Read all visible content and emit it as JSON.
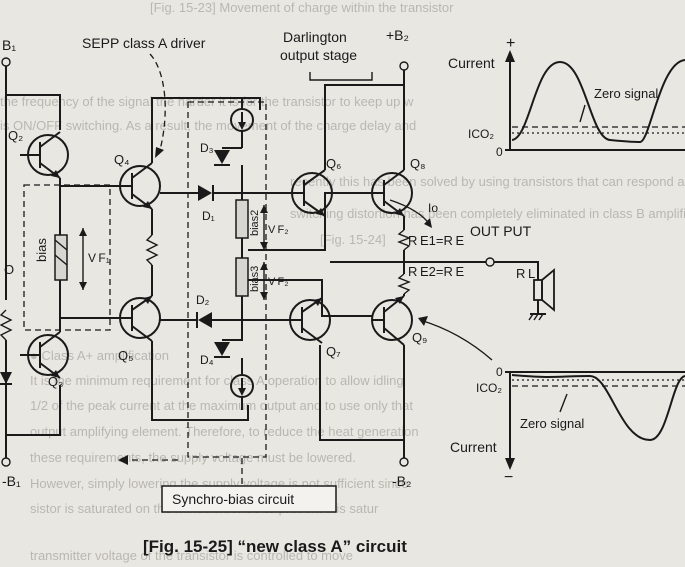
{
  "figure": {
    "caption": "[Fig. 15-25] “new class A” circuit",
    "top_caption": "[Fig. 15-23] Movement of charge within the transistor",
    "labels": {
      "b1_top": "B₁",
      "b1_bottom": "-B₁",
      "b2_top": "+B₂",
      "b2_bottom": "-B₂",
      "sepp_driver": "SEPP class A driver",
      "darlington": "Darlington output stage",
      "bias": "bias",
      "bias2": "bias2",
      "bias3": "bias3",
      "vf1": "V F₁",
      "vf2a": "V F₂",
      "vf2b": "V F₂",
      "q2": "Q₂",
      "q3": "Q₃",
      "q4": "Q₄",
      "q5": "Q₅",
      "q6": "Q₆",
      "q7": "Q₇",
      "q8": "Q₈",
      "q9": "Q₉",
      "d1": "D₁",
      "d2": "D₂",
      "d3": "D₃",
      "d4": "D₄",
      "re1": "R E1=R E",
      "re2": "R E2=R E",
      "io": "Io",
      "output": "OUT PUT",
      "rl": "R L",
      "synchro": "Synchro-bias circuit",
      "o_left": "O"
    },
    "graph_top": {
      "current": "Current",
      "plus": "+",
      "zero_signal": "Zero signal",
      "ico": "ICO₂",
      "zero": "0"
    },
    "graph_bottom": {
      "current": "Current",
      "minus": "−",
      "zero_signal": "Zero signal",
      "ico": "ICO₂",
      "zero": "0"
    },
    "background_text": [
      "the frequency of the signal the harder it is for the transistor to keep up w",
      "is ON/OFF switching. As a result, the movement of the charge delay and",
      "recently this has been solved by using transistors that can respond at high s",
      "switching distortion has been completely eliminated in class B amplifiers.",
      "[Fig. 15-24]",
      "● Class A+ amplification",
      "It is the minimum requirement for class A operation to allow idling",
      "1/2 of the peak current at the maximum output and to use only that",
      "output amplifying element. Therefore, to reduce the heat generation",
      "these requirements, the supply voltage must be lowered.",
      "However, simply lowering the supply voltage is not sufficient since",
      "sistor is saturated on the minus side. So to prevent this satur",
      "transmitter voltage of the transistor is controlled to move"
    ]
  }
}
